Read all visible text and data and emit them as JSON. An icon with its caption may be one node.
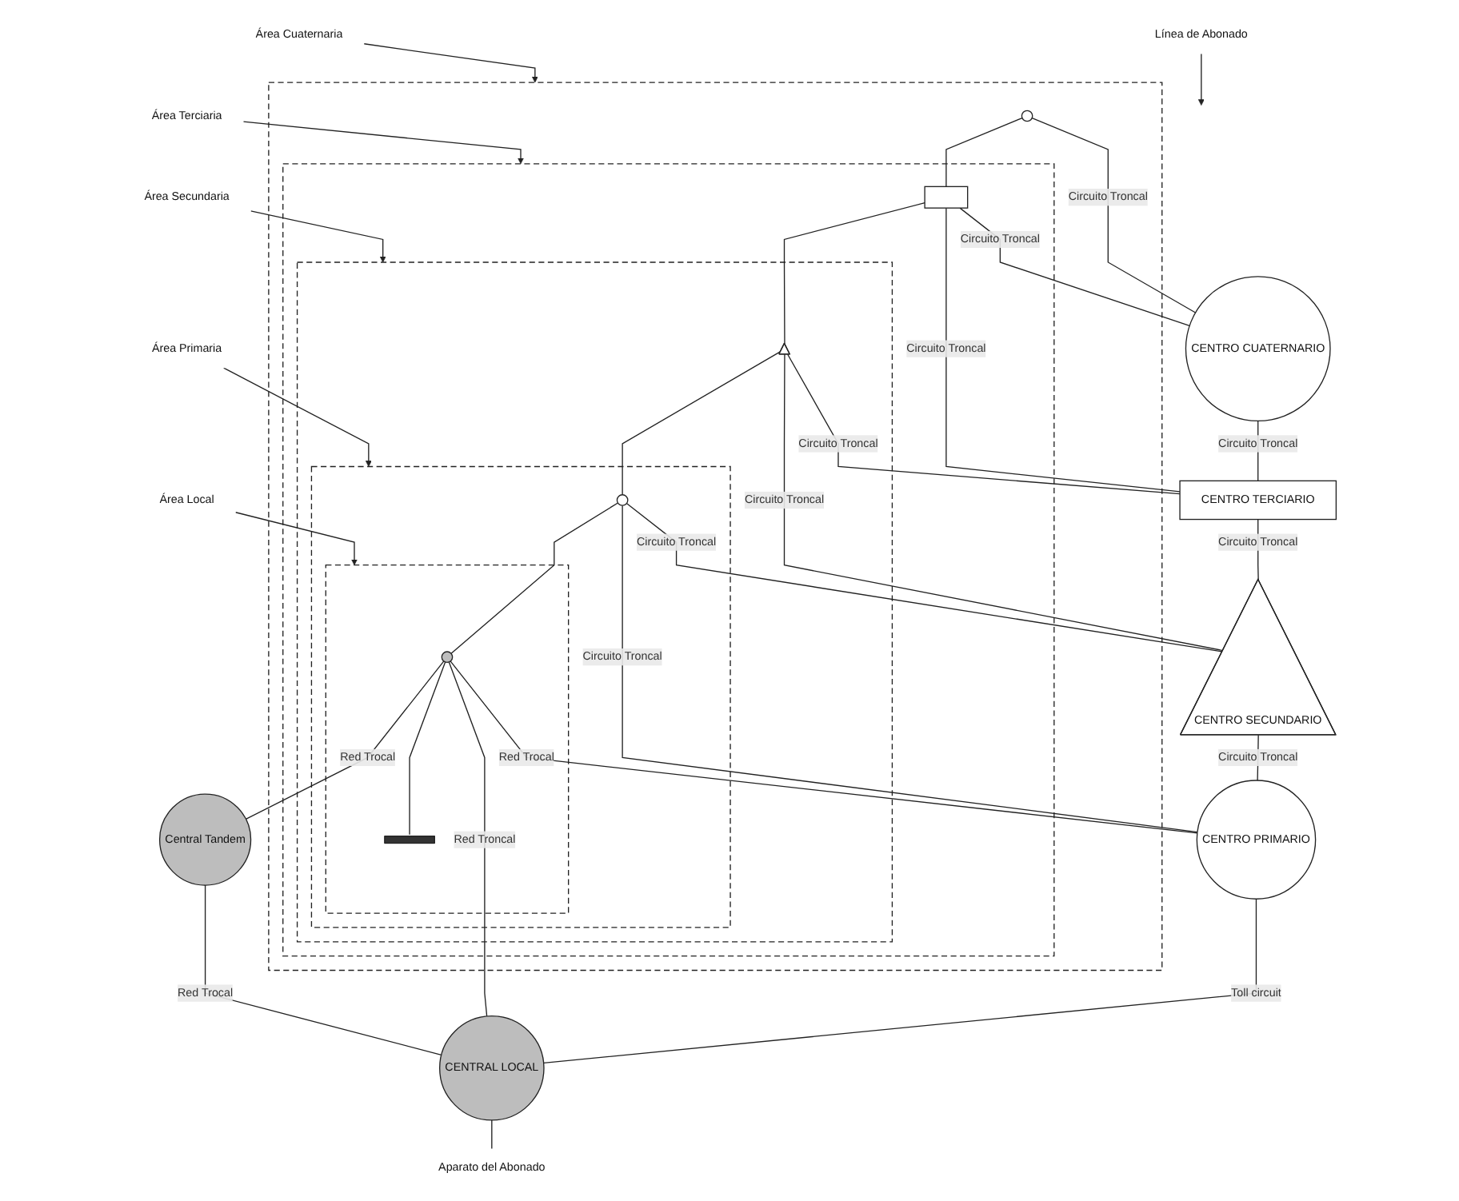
{
  "diagram": {
    "nodes": [
      {
        "text": [
          "Área Cuaternaria"
        ]
      },
      {
        "text": [],
        "shape": "box"
      },
      {
        "text": [],
        "shape": "circle",
        "in": 1
      },
      {
        "text": [
          "CENTRO CUATERNARIO"
        ]
      },
      {
        "text": [
          "Área Terciaria"
        ]
      },
      {
        "text": [],
        "shape": "box",
        "in": 1
      },
      {
        "text": [],
        "shape": "box",
        "in": 5
      },
      {
        "text": [
          "CENTRO TERCIARIO"
        ]
      },
      {
        "text": [
          "Área Secundaria"
        ]
      },
      {
        "text": [],
        "shape": "box",
        "in": 5
      },
      {
        "text": [],
        "shape": "triangle",
        "in": 9
      },
      {
        "text": [
          "CENTRO SECUNDARIO"
        ]
      },
      {
        "text": [
          "Área Primaria"
        ]
      },
      {
        "text": [],
        "shape": "box",
        "in": 9
      },
      {
        "text": [],
        "shape": "circle",
        "in": 13
      },
      {
        "text": [
          "CENTRO PRIMARIO"
        ]
      },
      {
        "text": [
          "Área Local"
        ]
      },
      {
        "text": [],
        "shape": "box",
        "in": 13
      },
      {
        "text": [],
        "shape": "circle",
        "in": 17
      },
      {
        "text": [],
        "shape": "bar",
        "in": 17
      },
      {
        "text": [
          "CENTRAL LOCAL"
        ]
      },
      {
        "text": [
          "Aparato del Abonado"
        ]
      },
      {
        "text": [
          "Central Tandem"
        ]
      },
      {
        "text": [
          "Línea de Abonado"
        ]
      }
    ],
    "edges": [
      {
        "from": 0,
        "to": 1,
        "arrow": "to"
      },
      {
        "from": 2,
        "to": 3,
        "arrow": "none",
        "label": "Circuito Troncal"
      },
      {
        "from": 2,
        "to": 6,
        "arrow": "none"
      },
      {
        "from": 6,
        "to": 3,
        "arrow": "none",
        "label": "Circuito Troncal"
      },
      {
        "from": 3,
        "to": 7,
        "arrow": "none",
        "label": "Circuito Troncal"
      },
      {
        "from": 4,
        "to": 5,
        "arrow": "to"
      },
      {
        "from": 6,
        "to": 7,
        "arrow": "none",
        "label": "Circuito Troncal"
      },
      {
        "from": 6,
        "to": 10,
        "arrow": "none"
      },
      {
        "from": 10,
        "to": 7,
        "arrow": "none",
        "label": "Circuito Troncal"
      },
      {
        "from": 7,
        "to": 11,
        "arrow": "none",
        "label": "Circuito Troncal"
      },
      {
        "from": 8,
        "to": 9,
        "arrow": "to"
      },
      {
        "from": 10,
        "to": 11,
        "arrow": "none",
        "label": "Circuito Troncal"
      },
      {
        "from": 10,
        "to": 14,
        "arrow": "none"
      },
      {
        "from": 14,
        "to": 11,
        "arrow": "none",
        "label": "Circuito Troncal"
      },
      {
        "from": 11,
        "to": 15,
        "arrow": "none",
        "label": "Circuito Troncal"
      },
      {
        "from": 14,
        "to": 15,
        "arrow": "none",
        "label": "Circuito Troncal"
      },
      {
        "from": 12,
        "to": 13,
        "arrow": "to"
      },
      {
        "from": 14,
        "to": 18,
        "arrow": "none"
      },
      {
        "from": 18,
        "to": 15,
        "arrow": "none",
        "label": "Red Trocal"
      },
      {
        "from": 15,
        "to": 20,
        "arrow": "none",
        "label": "Toll circuit"
      },
      {
        "from": 18,
        "to": 20,
        "arrow": "none",
        "label": "Red Troncal"
      },
      {
        "from": 16,
        "to": 17,
        "arrow": "to"
      },
      {
        "from": 18,
        "to": 19,
        "arrow": "none"
      },
      {
        "from": 20,
        "to": 21,
        "arrow": "none"
      },
      {
        "from": 18,
        "to": 22,
        "arrow": "none",
        "label": "Red Trocal"
      },
      {
        "from": 22,
        "to": 20,
        "arrow": "none",
        "label": "Red Trocal"
      },
      {
        "from": 23,
        "to": null,
        "arrow": "to"
      }
    ]
  }
}
